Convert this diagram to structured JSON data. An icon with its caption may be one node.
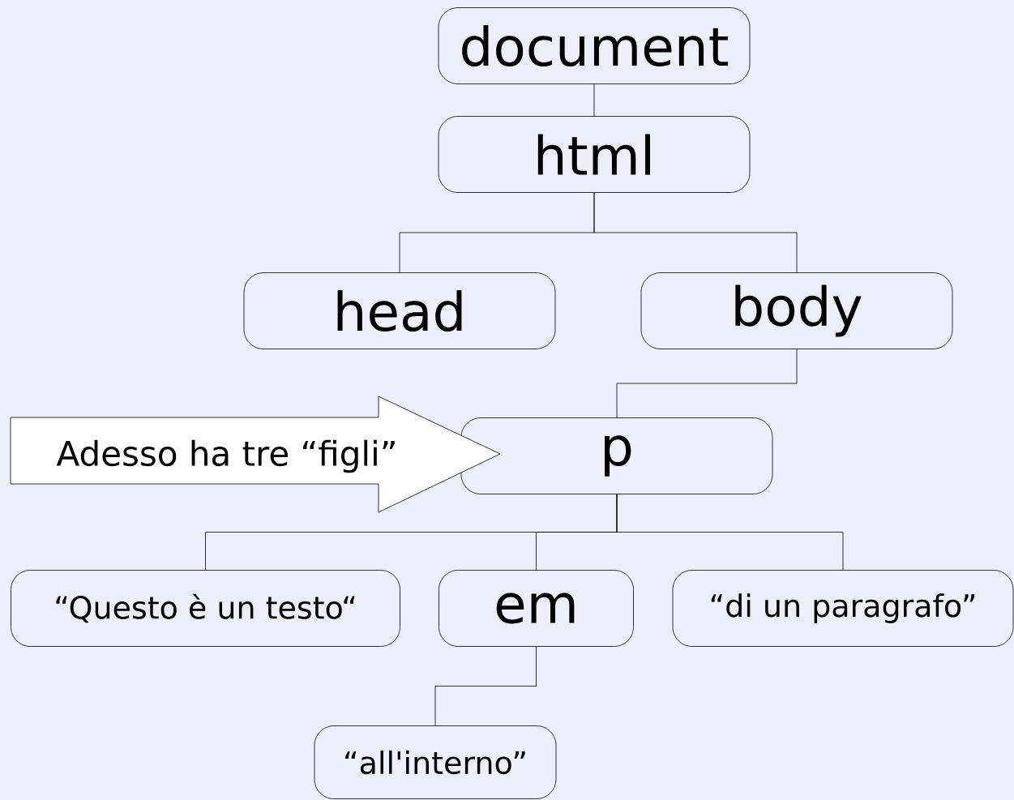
{
  "diagram": {
    "nodes": [
      {
        "text": [
          "document"
        ]
      },
      {
        "text": [
          "html"
        ]
      },
      {
        "text": [
          "head"
        ]
      },
      {
        "text": [
          "body"
        ]
      },
      {
        "text": [
          "p"
        ]
      },
      {
        "text": [
          "“Questo è un testo“"
        ]
      },
      {
        "text": [
          "em"
        ]
      },
      {
        "text": [
          "“di un paragrafo”"
        ]
      },
      {
        "text": [
          "“all'interno”"
        ]
      },
      {
        "text": [
          "Adesso ha tre “figli”"
        ]
      }
    ],
    "edges": [
      {
        "from": 0,
        "to": 1,
        "arrow": "none"
      },
      {
        "from": 1,
        "to": 2,
        "arrow": "none"
      },
      {
        "from": 1,
        "to": 3,
        "arrow": "none"
      },
      {
        "from": 3,
        "to": 4,
        "arrow": "none"
      },
      {
        "from": 4,
        "to": 5,
        "arrow": "none"
      },
      {
        "from": 4,
        "to": 6,
        "arrow": "none"
      },
      {
        "from": 4,
        "to": 7,
        "arrow": "none"
      },
      {
        "from": 6,
        "to": 8,
        "arrow": "none"
      }
    ]
  }
}
